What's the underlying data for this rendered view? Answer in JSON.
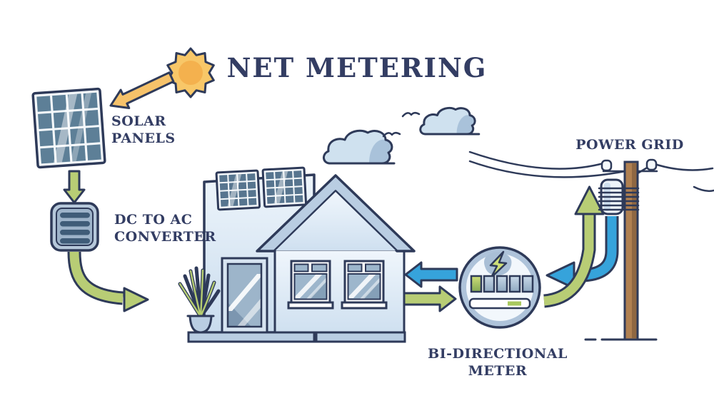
{
  "title": "NET METERING",
  "labels": {
    "solar_panels_line1": "SOLAR",
    "solar_panels_line2": "PANELS",
    "converter_line1": "DC TO AC",
    "converter_line2": "CONVERTER",
    "meter_line1": "BI-DIRECTIONAL",
    "meter_line2": "METER",
    "power_grid": "POWER GRID"
  },
  "diagram": {
    "subject": "Net metering energy flow diagram",
    "components": [
      "sun",
      "solar panels",
      "dc to ac converter",
      "house with rooftop solar panels",
      "bi-directional meter",
      "power grid pole with transformer",
      "clouds",
      "birds",
      "potted plant"
    ],
    "flows": [
      {
        "from": "sun",
        "to": "solar panels",
        "arrow_color": "orange"
      },
      {
        "from": "solar panels",
        "to": "dc to ac converter",
        "arrow_color": "green"
      },
      {
        "from": "dc to ac converter",
        "to": "house",
        "arrow_color": "green"
      },
      {
        "from": "bi-directional meter",
        "to": "house",
        "arrow_color": "blue"
      },
      {
        "from": "house",
        "to": "bi-directional meter",
        "arrow_color": "green"
      },
      {
        "from": "power grid",
        "to": "bi-directional meter",
        "arrow_color": "blue"
      },
      {
        "from": "bi-directional meter",
        "to": "power grid",
        "arrow_color": "green"
      }
    ]
  },
  "colors": {
    "outline_navy": "#2e3a59",
    "text_navy": "#333d63",
    "arrow_green": "#b8cd75",
    "arrow_blue": "#36a3db",
    "sun_orange": "#f8c768",
    "sun_core_orange": "#f4b14e",
    "house_wall_light": "#e9f1f9",
    "roof_blue": "#b9cde2",
    "solar_cell_blue": "#5d7f97",
    "glass_blue": "#9db6cc",
    "pole_brown": "#b08051",
    "meter_ring_blue": "#aec3da",
    "bolt_green": "#cede78"
  }
}
